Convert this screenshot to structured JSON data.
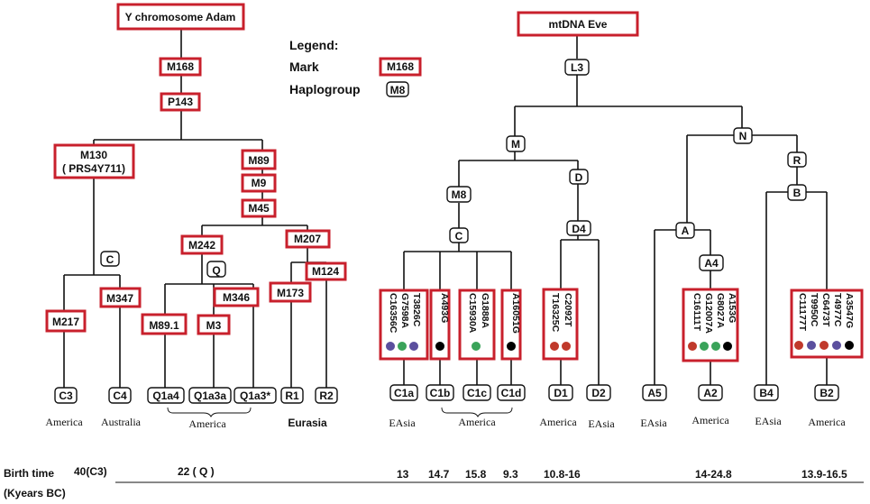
{
  "colors": {
    "red_border": "#c8202c",
    "black": "#111111",
    "dot_red": "#c0392b",
    "dot_blue": "#5b4f9e",
    "dot_green": "#3aa35a",
    "dot_black": "#000000"
  },
  "y_tree": {
    "root": "Y chromosome Adam",
    "marks": [
      "M168",
      "P143",
      "M130",
      "( PRS4Y711)",
      "M89",
      "M9",
      "M45",
      "M242",
      "M207",
      "M124",
      "M173",
      "M346",
      "M3",
      "M89.1",
      "M347",
      "M217"
    ],
    "haplogroups": [
      "C",
      "Q"
    ],
    "leaves": [
      "C3",
      "C4",
      "Q1a4",
      "Q1a3a",
      "Q1a3*",
      "R1",
      "R2"
    ],
    "places": [
      "America",
      "Australia",
      "America",
      "Eurasia"
    ]
  },
  "legend": {
    "title": "Legend:",
    "mark_label": "Mark",
    "mark_example": "M168",
    "haplogroup_label": "Haplogroup",
    "haplogroup_example": "M8"
  },
  "mt_tree": {
    "root": "mtDNA Eve",
    "haplogroups": [
      "L3",
      "M",
      "N",
      "M8",
      "D",
      "R",
      "B",
      "C",
      "D4",
      "A",
      "A4"
    ],
    "mutations": [
      {
        "lines": [
          "C16356C",
          "G7598A",
          "T3826C"
        ],
        "dots": [
          "blue",
          "green",
          "blue"
        ]
      },
      {
        "lines": [
          "A493G"
        ],
        "dots": [
          "black"
        ]
      },
      {
        "lines": [
          "C15930A",
          "G1888A"
        ],
        "dots": [
          "green"
        ]
      },
      {
        "lines": [
          "A16051G"
        ],
        "dots": [
          "black"
        ]
      },
      {
        "lines": [
          "T16325C",
          "C2092T"
        ],
        "dots": [
          "red",
          "red"
        ]
      },
      {
        "lines": [
          "C16111T",
          "G12007A",
          "G8027A",
          "A153G"
        ],
        "dots": [
          "red",
          "green",
          "green",
          "black"
        ]
      },
      {
        "lines": [
          "C11177T",
          "T9950C",
          "C6473T",
          "T4977C",
          "A3547G"
        ],
        "dots": [
          "red",
          "blue",
          "red",
          "blue",
          "black"
        ]
      }
    ],
    "leaves": [
      "C1a",
      "C1b",
      "C1c",
      "C1d",
      "D1",
      "D2",
      "A5",
      "A2",
      "B4",
      "B2"
    ],
    "places": [
      "EAsia",
      "America",
      "America",
      "EAsia",
      "EAsia",
      "America",
      "EAsia",
      "America"
    ]
  },
  "footer": {
    "label_line1": "Birth time",
    "label_line2": "(Kyears BC)",
    "values": [
      "40(C3)",
      "22 ( Q )",
      "13",
      "14.7",
      "15.8",
      "9.3",
      "10.8-16",
      "14-24.8",
      "13.9-16.5"
    ]
  }
}
